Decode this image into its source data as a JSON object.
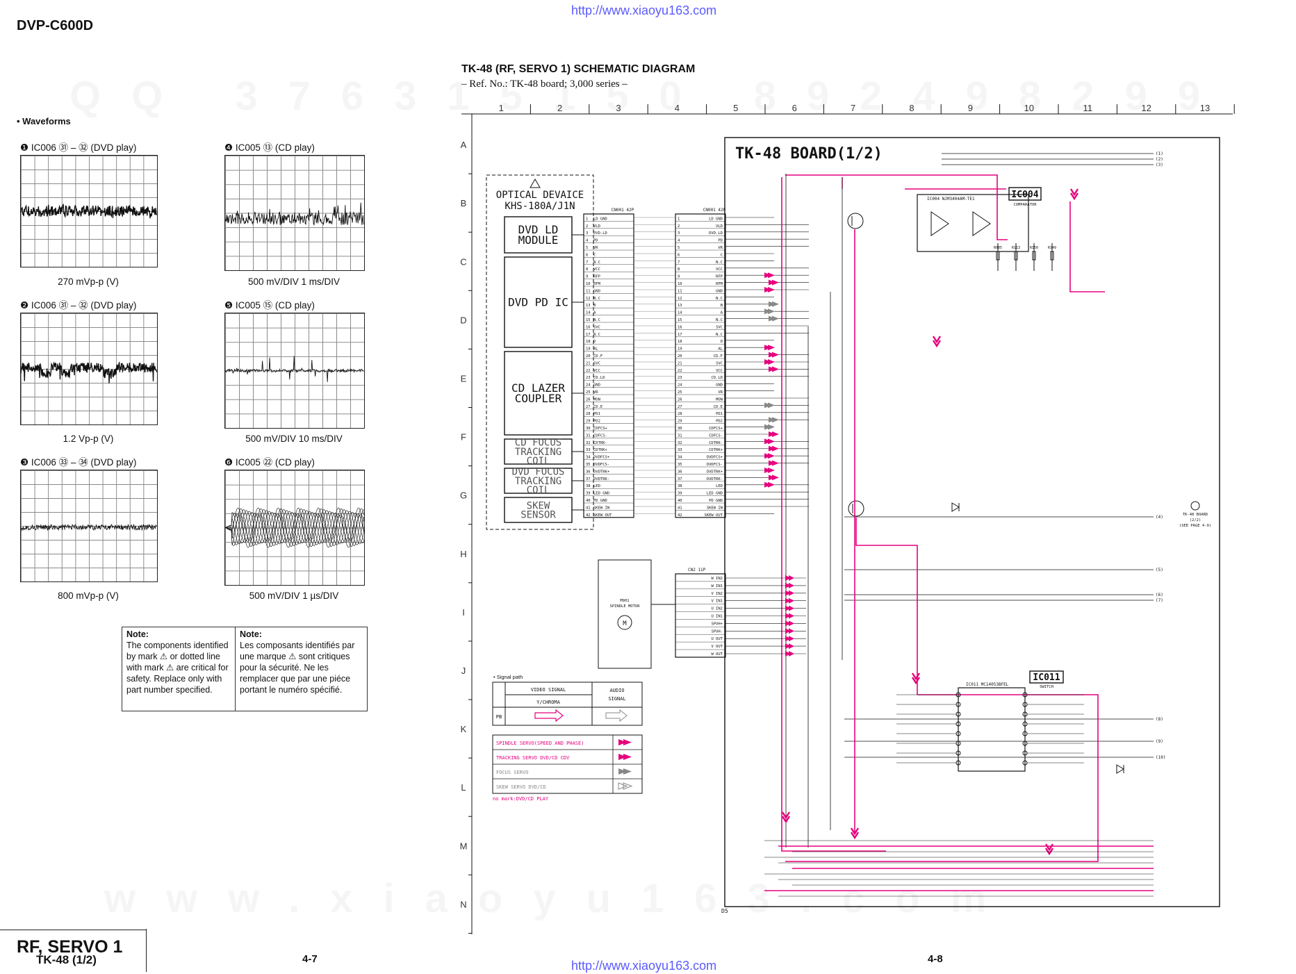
{
  "header": {
    "url_top": "http://www.xiaoyu163.com",
    "url_bottom": "http://www.xiaoyu163.com",
    "model": "DVP-C600D"
  },
  "schematic": {
    "title": "TK-48 (RF, SERVO 1) SCHEMATIC  DIAGRAM",
    "subtitle": "– Ref. No.: TK-48 board; 3,000 series –",
    "board_label": "TK-48 BOARD(1/2)",
    "optical_title": "OPTICAL DEVAICE",
    "optical_model": "KHS-180A/J1N",
    "col_numbers": [
      "1",
      "2",
      "3",
      "4",
      "5",
      "6",
      "7",
      "8",
      "9",
      "10",
      "11",
      "12",
      "13"
    ],
    "row_letters": [
      "A",
      "B",
      "C",
      "D",
      "E",
      "F",
      "G",
      "H",
      "I",
      "J",
      "K",
      "L",
      "M",
      "N"
    ],
    "blocks": {
      "ld_module": [
        "DVD LD",
        "MODULE"
      ],
      "pd_ic": [
        "DVD PD IC"
      ],
      "cd_coupler": [
        "CD LAZER",
        "COUPLER"
      ],
      "cd_focus": [
        "CD FOCUS",
        "TRACKING",
        "COIL"
      ],
      "dvd_focus": [
        "DVD FOCUS",
        "TRACKING",
        "COIL"
      ],
      "skew": [
        "SKEW",
        "SENSOR"
      ]
    },
    "connector_left": "CN001   42P",
    "connector_right": "CN001   42P",
    "pins": [
      "LD GND",
      "VLD",
      "DVD.LD",
      "PD",
      "VR",
      "C",
      "N.C",
      "VCC",
      "RFP",
      "RFM",
      "GND",
      "N.C",
      "B",
      "A",
      "N.C",
      "SVC",
      "N.C",
      "D",
      "AL",
      "CD.F",
      "SVC",
      "VCC",
      "CD.LD",
      "GND",
      "VR",
      "MON",
      "CD.E",
      "PD1",
      "PD2",
      "CDFCS+",
      "CDFCS-",
      "CDTRK-",
      "CDTRK+",
      "DVDFCS+",
      "DVDFCS-",
      "DVDTRK+",
      "DVDTRK-",
      "LED",
      "LED GND",
      "PD GND",
      "SKEW IN",
      "SKEW OUT"
    ],
    "ic004": {
      "name": "IC004",
      "part": "NJM3404AM-TE1",
      "func": "COMPARATOR"
    },
    "ic011": {
      "name": "IC011",
      "part": "MC14053BFEL",
      "func": "SWITCH"
    },
    "spindle": {
      "label": "M901 SPINDLE MOTOR",
      "connector": "CN2  11P"
    },
    "spindle_pins": [
      "W IN2",
      "W IN1",
      "V IN2",
      "V IN1",
      "U IN2",
      "U IN1",
      "SPVH+",
      "SPVH-",
      "U OUT",
      "V OUT",
      "W OUT"
    ],
    "right_refs": [
      "(1)",
      "(2)",
      "(3)",
      "(4)",
      "(5)",
      "(6)",
      "(7)",
      "(8)",
      "(9)",
      "(10)"
    ],
    "right_note": [
      "TK-48 BOARD",
      "(2/2)",
      "(SEE PAGE 4-9)"
    ],
    "signal_path": {
      "title": "• Signal path",
      "video_signal": "VIDEO SIGNAL",
      "y_chroma": "Y/CHROMA",
      "audio_signal": "AUDIO SIGNAL",
      "pb": "PB"
    },
    "legend": [
      {
        "label": "SPINDLE SERVO(SPEED AND PHASE)",
        "color": "#e6007e"
      },
      {
        "label": "TRACKING SERVO DVD/CD CDV",
        "color": "#e6007e"
      },
      {
        "label": "FOCUS SERVO",
        "color": "#888888"
      },
      {
        "label": "SKEW SERVO DVD/CD",
        "color": "#888888"
      }
    ],
    "no_mark": "no mark:DVD/CD PLAY",
    "d5_label": "D5",
    "colors": {
      "magenta": "#e6007e",
      "line": "#111111",
      "grid_label": "#333333"
    }
  },
  "waveforms": {
    "heading": "• Waveforms",
    "items": [
      {
        "num": "❶",
        "title": "IC006 ㉛ – ㉜ (DVD play)",
        "caption": "270 mVp-p (V)"
      },
      {
        "num": "❷",
        "title": "IC006 ㉛ – ㉜ (DVD play)",
        "caption": "1.2 Vp-p (V)"
      },
      {
        "num": "❸",
        "title": "IC006 ㉝ – ㉞ (DVD play)",
        "caption": "800 mVp-p (V)"
      },
      {
        "num": "❹",
        "title": "IC005 ⑬ (CD play)",
        "caption": "500 mV/DIV   1 ms/DIV"
      },
      {
        "num": "❺",
        "title": "IC005 ⑮ (CD play)",
        "caption": "500 mV/DIV   10 ms/DIV"
      },
      {
        "num": "❻",
        "title": "IC005 ㉒ (CD play)",
        "caption": "500 mV/DIV   1 µs/DIV"
      }
    ]
  },
  "note": {
    "en_title": "Note:",
    "en_body": "The components identified by mark ⚠ or dotted line with mark ⚠ are critical for safety. Replace only with part number specified.",
    "fr_title": "Note:",
    "fr_body": "Les composants identifiés par une marque ⚠ sont critiques pour la sécurité. Ne les remplacer que par une piéce portant le numéro spécifié."
  },
  "footer": {
    "section": "RF, SERVO 1",
    "board": "TK-48 (1/2)",
    "page_left": "4-7",
    "page_right": "4-8"
  }
}
